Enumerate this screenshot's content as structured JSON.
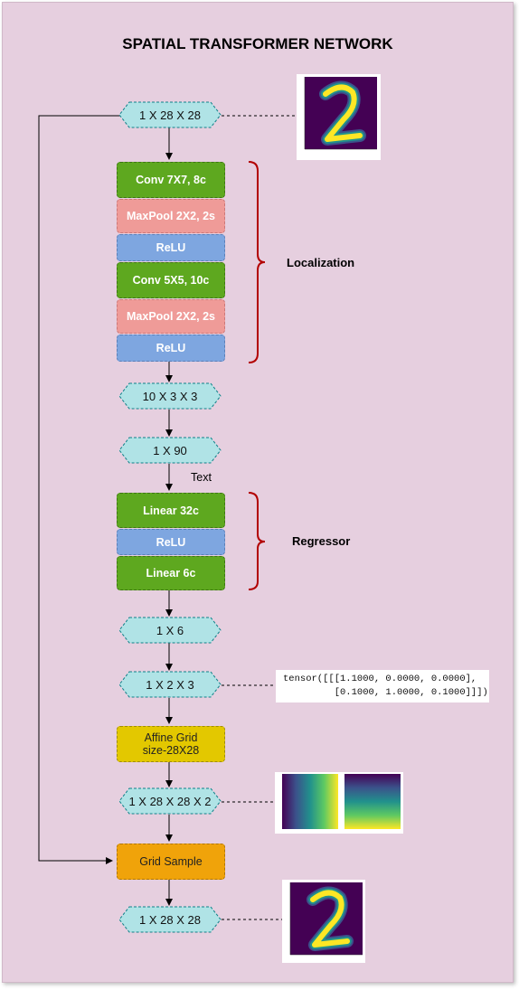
{
  "title": "SPATIAL TRANSFORMER NETWORK",
  "nodes": {
    "input": "1 X 28 X 28",
    "loc_out": "10 X 3 X 3",
    "flat": "1 X 90",
    "reg_out": "1 X 6",
    "theta": "1 X 2 X 3",
    "grid_out": "1 X 28 X 28 X 2",
    "output": "1 X 28 X 28"
  },
  "localization": {
    "label": "Localization",
    "layers": [
      "Conv 7X7, 8c",
      "MaxPool 2X2, 2s",
      "ReLU",
      "Conv 5X5, 10c",
      "MaxPool 2X2, 2s",
      "ReLU"
    ]
  },
  "regressor": {
    "label": "Regressor",
    "layers": [
      "Linear 32c",
      "ReLU",
      "Linear 6c"
    ]
  },
  "text_note": "Text",
  "affine_grid": {
    "line1": "Affine Grid",
    "line2": "size-28X28"
  },
  "grid_sample": "Grid Sample",
  "tensor_text": "tensor([[[1.1000, 0.0000, 0.0000],\n         [0.1000, 1.0000, 0.1000]]])",
  "colors": {
    "background": "#e6cfdf",
    "node_fill": "#b0e3e6",
    "node_stroke": "#0e8088",
    "conv_linear": "#5ea81f",
    "maxpool": "#ef9b98",
    "relu": "#7ea6e0",
    "affine_grid": "#e3c800",
    "grid_sample": "#f0a30a",
    "brace": "#b20000"
  }
}
